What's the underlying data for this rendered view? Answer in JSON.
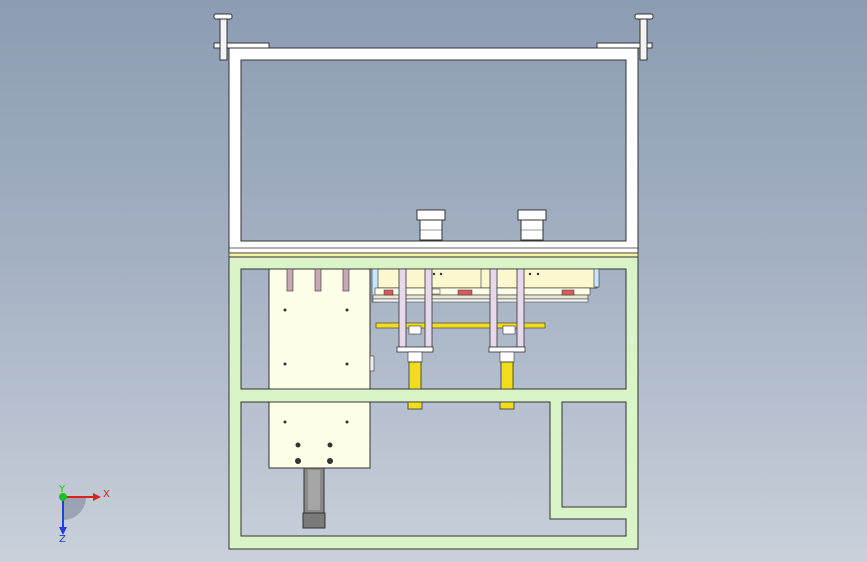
{
  "viewport": {
    "background_top": "#8d9cb3",
    "background_bottom": "#c9d0da"
  },
  "model": {
    "upper_frame_color": "#ffffff",
    "lower_frame_color": "#d9f5c8",
    "plate_color": "#fefee8",
    "cylinder_color": "#f2dc1e",
    "rod_color": "#e8d8ec",
    "pin_color": "#c8a6b4",
    "motor_color": "#8a8a8a",
    "rail_color": "#e8e8d0"
  },
  "triad": {
    "x_label": "X",
    "y_label": "Y",
    "z_label": "Z",
    "x_color": "#e02020",
    "y_color": "#20c020",
    "z_color": "#2040e0"
  }
}
